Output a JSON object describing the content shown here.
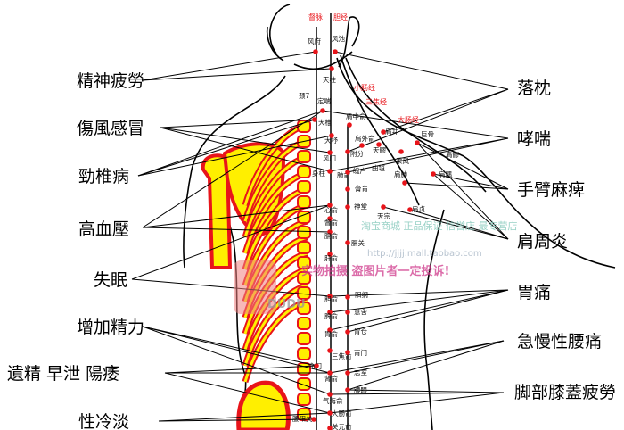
{
  "left_symptoms": [
    "精神疲勞",
    "傷風感冒",
    "勁椎病",
    "高血壓",
    "失眠",
    "增加精力",
    "遺精 早泄 陽痿",
    "性冷淡"
  ],
  "right_symptoms": [
    "落枕",
    "哮喘",
    "手臂麻痺",
    "肩周炎",
    "胃痛",
    "急慢性腰痛",
    "脚部膝蓋疲勞"
  ],
  "meridians": [
    "督脉",
    "胆经",
    "小肠经",
    "三焦经",
    "大肠经"
  ],
  "points": [
    "风府",
    "风池",
    "天柱",
    "颈7",
    "定喘",
    "大椎",
    "肩中俞",
    "大杼",
    "肩外俞",
    "天髎",
    "肩井",
    "巨骨",
    "风门",
    "附分",
    "秉风",
    "曲垣",
    "肩髎",
    "身柱",
    "肺俞",
    "魄户",
    "肩肺",
    "肩髃",
    "膏肓",
    "天宗",
    "肩贞",
    "心俞",
    "神堂",
    "督俞",
    "膈俞",
    "膈关",
    "肝俞",
    "胆俞",
    "阳纲",
    "脾俞",
    "意舍",
    "胃俞",
    "胃仓",
    "三焦俞",
    "肓门",
    "命门",
    "肾俞",
    "志室",
    "腰眼",
    "气海俞",
    "大肠俞",
    "腰阳关",
    "关元俞"
  ],
  "watermarks": [
    "淘宝商城 正品保证 信誉店 最专营店",
    "http://jjjj.mall.taobao.com",
    "实物拍摄 盗图片者一定投诉!",
    "DUDU"
  ],
  "colors": {
    "bone": "#ffef00",
    "bone_edge": "#e8141a",
    "point": "#e8141a",
    "line": "#000000"
  }
}
